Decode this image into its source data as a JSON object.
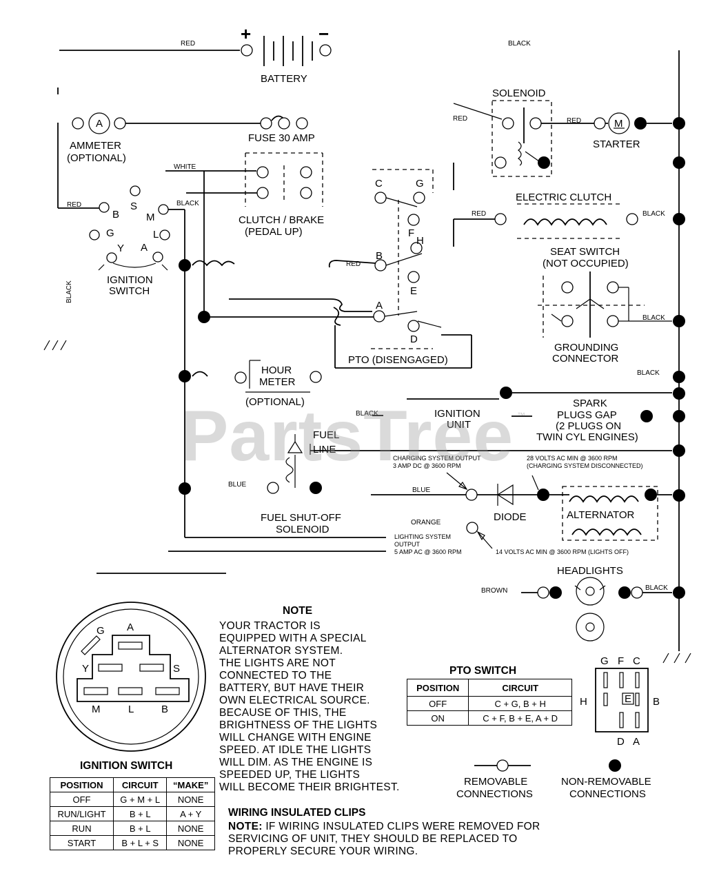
{
  "wire_labels": {
    "red_battery": "RED",
    "black_top": "BLACK",
    "red_solenoid_left": "RED",
    "red_starter": "RED",
    "white": "WHITE",
    "red_ign": "RED",
    "black_ign": "BLACK",
    "black_vertical": "BLACK",
    "red_pto": "RED",
    "red_clutch": "RED",
    "black_clutch": "BLACK",
    "black_seat": "BLACK",
    "black_ground": "BLACK",
    "black_ignition_unit": "BLACK",
    "blue_fuel": "BLUE",
    "blue_charging": "BLUE",
    "orange": "ORANGE",
    "brown": "BROWN",
    "black_headlights": "BLACK"
  },
  "components": {
    "battery": "BATTERY",
    "plus": "+",
    "minus": "−",
    "ammeter_letter": "A",
    "ammeter": "AMMETER",
    "ammeter_opt": "(OPTIONAL)",
    "fuse": "FUSE 30 AMP",
    "solenoid": "SOLENOID",
    "starter_letter": "M",
    "starter": "STARTER",
    "clutch_brake_1": "CLUTCH / BRAKE",
    "clutch_brake_2": "(PEDAL UP)",
    "ignition_switch_1": "IGNITION",
    "ignition_switch_2": "SWITCH",
    "electric_clutch": "ELECTRIC CLUTCH",
    "seat_switch_1": "SEAT SWITCH",
    "seat_switch_2": "(NOT OCCUPIED)",
    "grounding_1": "GROUNDING",
    "grounding_2": "CONNECTOR",
    "pto_disengaged": "PTO (DISENGAGED)",
    "hour_meter_1": "HOUR",
    "hour_meter_2": "METER",
    "hour_meter_opt": "(OPTIONAL)",
    "ignition_unit_1": "IGNITION",
    "ignition_unit_2": "UNIT",
    "spark_1": "SPARK",
    "spark_2": "PLUGS GAP",
    "spark_3": "(2 PLUGS ON",
    "spark_4": "TWIN CYL  ENGINES)",
    "fuel_1": "FUEL",
    "fuel_2": "LINE",
    "fuel_solenoid_1": "FUEL SHUT-OFF",
    "fuel_solenoid_2": "SOLENOID",
    "charging_out_1": "CHARGING SYSTEM OUTPUT",
    "charging_out_2": "3 AMP DC @ 3600 RPM",
    "volts_28_1": "28 VOLTS AC MIN  @ 3600 RPM",
    "volts_28_2": "(CHARGING SYSTEM DISCONNECTED)",
    "diode": "DIODE",
    "alternator": "ALTERNATOR",
    "lighting_1": "LIGHTING SYSTEM",
    "lighting_2": "OUTPUT",
    "lighting_3": "5 AMP AC @ 3600 RPM",
    "volts_14": "14 VOLTS AC MIN  @ 3600 RPM (LIGHTS OFF)",
    "headlights": "HEADLIGHTS",
    "removable_1": "REMOVABLE",
    "removable_2": "CONNECTIONS",
    "nonremovable_1": "NON-REMOVABLE",
    "nonremovable_2": "CONNECTIONS"
  },
  "ignition_terminals": [
    "B",
    "S",
    "M",
    "G",
    "L",
    "Y",
    "A"
  ],
  "pto_terminals": [
    "C",
    "G",
    "F",
    "H",
    "B",
    "E",
    "A",
    "D"
  ],
  "watermark": "PartsTree",
  "trademark": "™",
  "ignition_switch_face": {
    "letters": [
      "G",
      "A",
      "Y",
      "S",
      "M",
      "L",
      "B"
    ]
  },
  "ignition_table": {
    "title": "IGNITION SWITCH",
    "headers": [
      "POSITION",
      "CIRCUIT",
      "“MAKE”"
    ],
    "rows": [
      [
        "OFF",
        "G + M + L",
        "NONE"
      ],
      [
        "RUN/LIGHT",
        "B + L",
        "A + Y"
      ],
      [
        "RUN",
        "B + L",
        "NONE"
      ],
      [
        "START",
        "B + L + S",
        "NONE"
      ]
    ]
  },
  "note": {
    "title": "NOTE",
    "lines": [
      "YOUR TRACTOR IS",
      "EQUIPPED WITH A SPECIAL",
      "ALTERNATOR SYSTEM.",
      "THE LIGHTS ARE NOT",
      "CONNECTED TO THE",
      "BATTERY, BUT HAVE THEIR",
      "OWN ELECTRICAL SOURCE.",
      "BECAUSE OF THIS, THE",
      "BRIGHTNESS OF THE LIGHTS",
      "WILL CHANGE WITH ENGINE",
      "SPEED.  AT IDLE THE LIGHTS",
      "WILL DIM.  AS THE ENGINE IS",
      "SPEEDED UP, THE LIGHTS",
      "WILL BECOME THEIR BRIGHTEST."
    ]
  },
  "pto_table": {
    "title": "PTO SWITCH",
    "headers": [
      "POSITION",
      "CIRCUIT"
    ],
    "rows": [
      [
        "OFF",
        "C + G, B + H"
      ],
      [
        "ON",
        "C + F, B + E, A + D"
      ]
    ]
  },
  "pto_switch_face": {
    "top": [
      "G",
      "F",
      "C"
    ],
    "left": "H",
    "right": "B",
    "center": "E",
    "bottom": [
      "D",
      "A"
    ]
  },
  "clips": {
    "title": "WIRING INSULATED CLIPS",
    "note_label": "NOTE:",
    "line1": " IF WIRING INSULATED CLIPS WERE REMOVED FOR",
    "line2": "SERVICING OF UNIT, THEY SHOULD BE REPLACED TO",
    "line3": "PROPERLY SECURE YOUR WIRING."
  }
}
